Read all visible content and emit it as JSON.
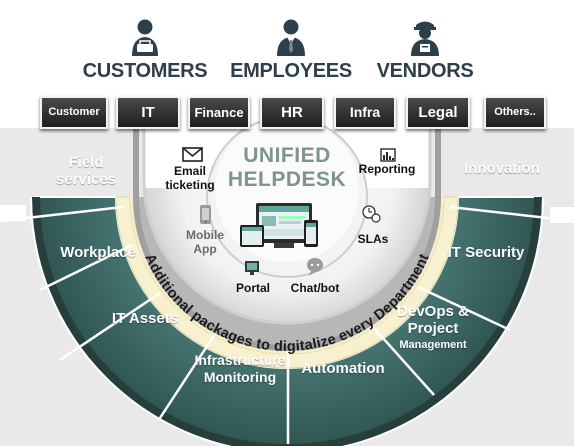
{
  "audiences": [
    {
      "label": "CUSTOMERS",
      "icon": "customer-icon"
    },
    {
      "label": "EMPLOYEES",
      "icon": "employee-icon"
    },
    {
      "label": "VENDORS",
      "icon": "vendor-icon"
    }
  ],
  "departments": [
    "Customer",
    "IT",
    "Finance",
    "HR",
    "Infra",
    "Legal",
    "Others.."
  ],
  "core": {
    "title_line1": "UNIFIED",
    "title_line2": "HELPDESK"
  },
  "features": {
    "email": {
      "line1": "Email",
      "line2": "ticketing",
      "icon": "envelope-icon"
    },
    "mobile": {
      "line1": "Mobile",
      "line2": "App",
      "icon": "mobile-phone-icon"
    },
    "portal": {
      "label": "Portal",
      "icon": "portal-monitor-icon"
    },
    "chatbot": {
      "label": "Chat/bot",
      "icon": "chatbot-icon"
    },
    "reporting": {
      "label": "Reporting",
      "icon": "report-icon"
    },
    "slas": {
      "label": "SLAs",
      "icon": "clock-icon"
    }
  },
  "ring_text": "Additional packages to digitalize every Department",
  "segments": {
    "field_services": {
      "line1": "Field",
      "line2": "services"
    },
    "workplace": "Workplace",
    "it_assets": "IT Assets",
    "infrastructure_monitoring": {
      "line1": "Infrastructure",
      "line2": "Monitoring"
    },
    "automation": "Automation",
    "devops": {
      "line1": "DevOps &",
      "line2": "Project",
      "line3": "Management"
    },
    "it_security": "IT Security",
    "innovation": "Innovation"
  },
  "colors": {
    "ring_teal": "#3f6b68",
    "ring_dark": "#30524f",
    "band_cream": "#f7f1cf",
    "heading_navy": "#2e3f4c",
    "title_sage": "#7d9490"
  }
}
